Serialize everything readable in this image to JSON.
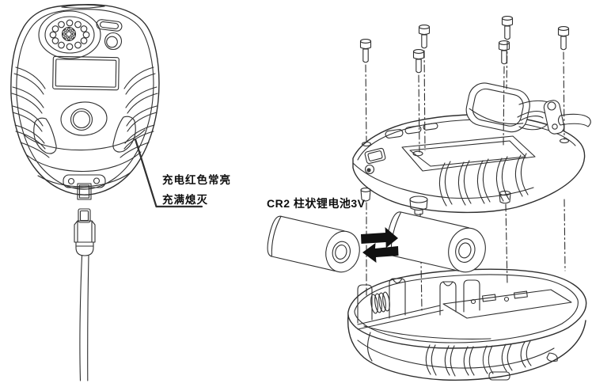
{
  "canvas": {
    "background": "#ffffff",
    "line_color": "#2f2f2f",
    "arrow_color": "#111111",
    "text_color": "#0d0d0d"
  },
  "annotations": {
    "charging": {
      "line1": "充电红色常亮",
      "line2": "充满熄灭"
    },
    "battery": {
      "label": "CR2 柱状锂电池3V"
    }
  },
  "exploded_view": {
    "screw_count": 6,
    "battery_count": 2
  }
}
